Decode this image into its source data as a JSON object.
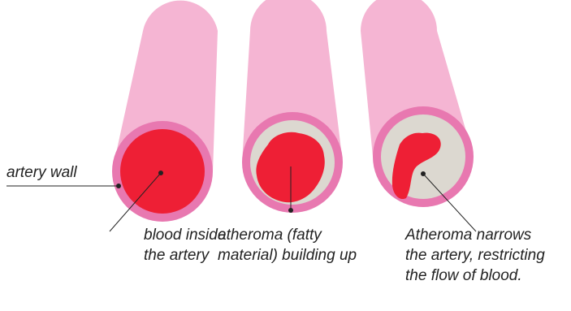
{
  "colors": {
    "vessel_body": "#f5b5d3",
    "vessel_highlight": "#f8c8de",
    "vessel_wall": "#e878b0",
    "blood": "#ee1f35",
    "atheroma": "#dcd8d0",
    "line": "#222222",
    "text": "#222222"
  },
  "labels": {
    "artery_wall": "artery wall",
    "blood_inside": [
      "blood inside",
      "the artery"
    ],
    "atheroma_building": [
      "atheroma (fatty",
      "material) building up"
    ],
    "atheroma_narrows": [
      "Atheroma narrows",
      "the artery, restricting",
      "the flow of blood."
    ]
  }
}
